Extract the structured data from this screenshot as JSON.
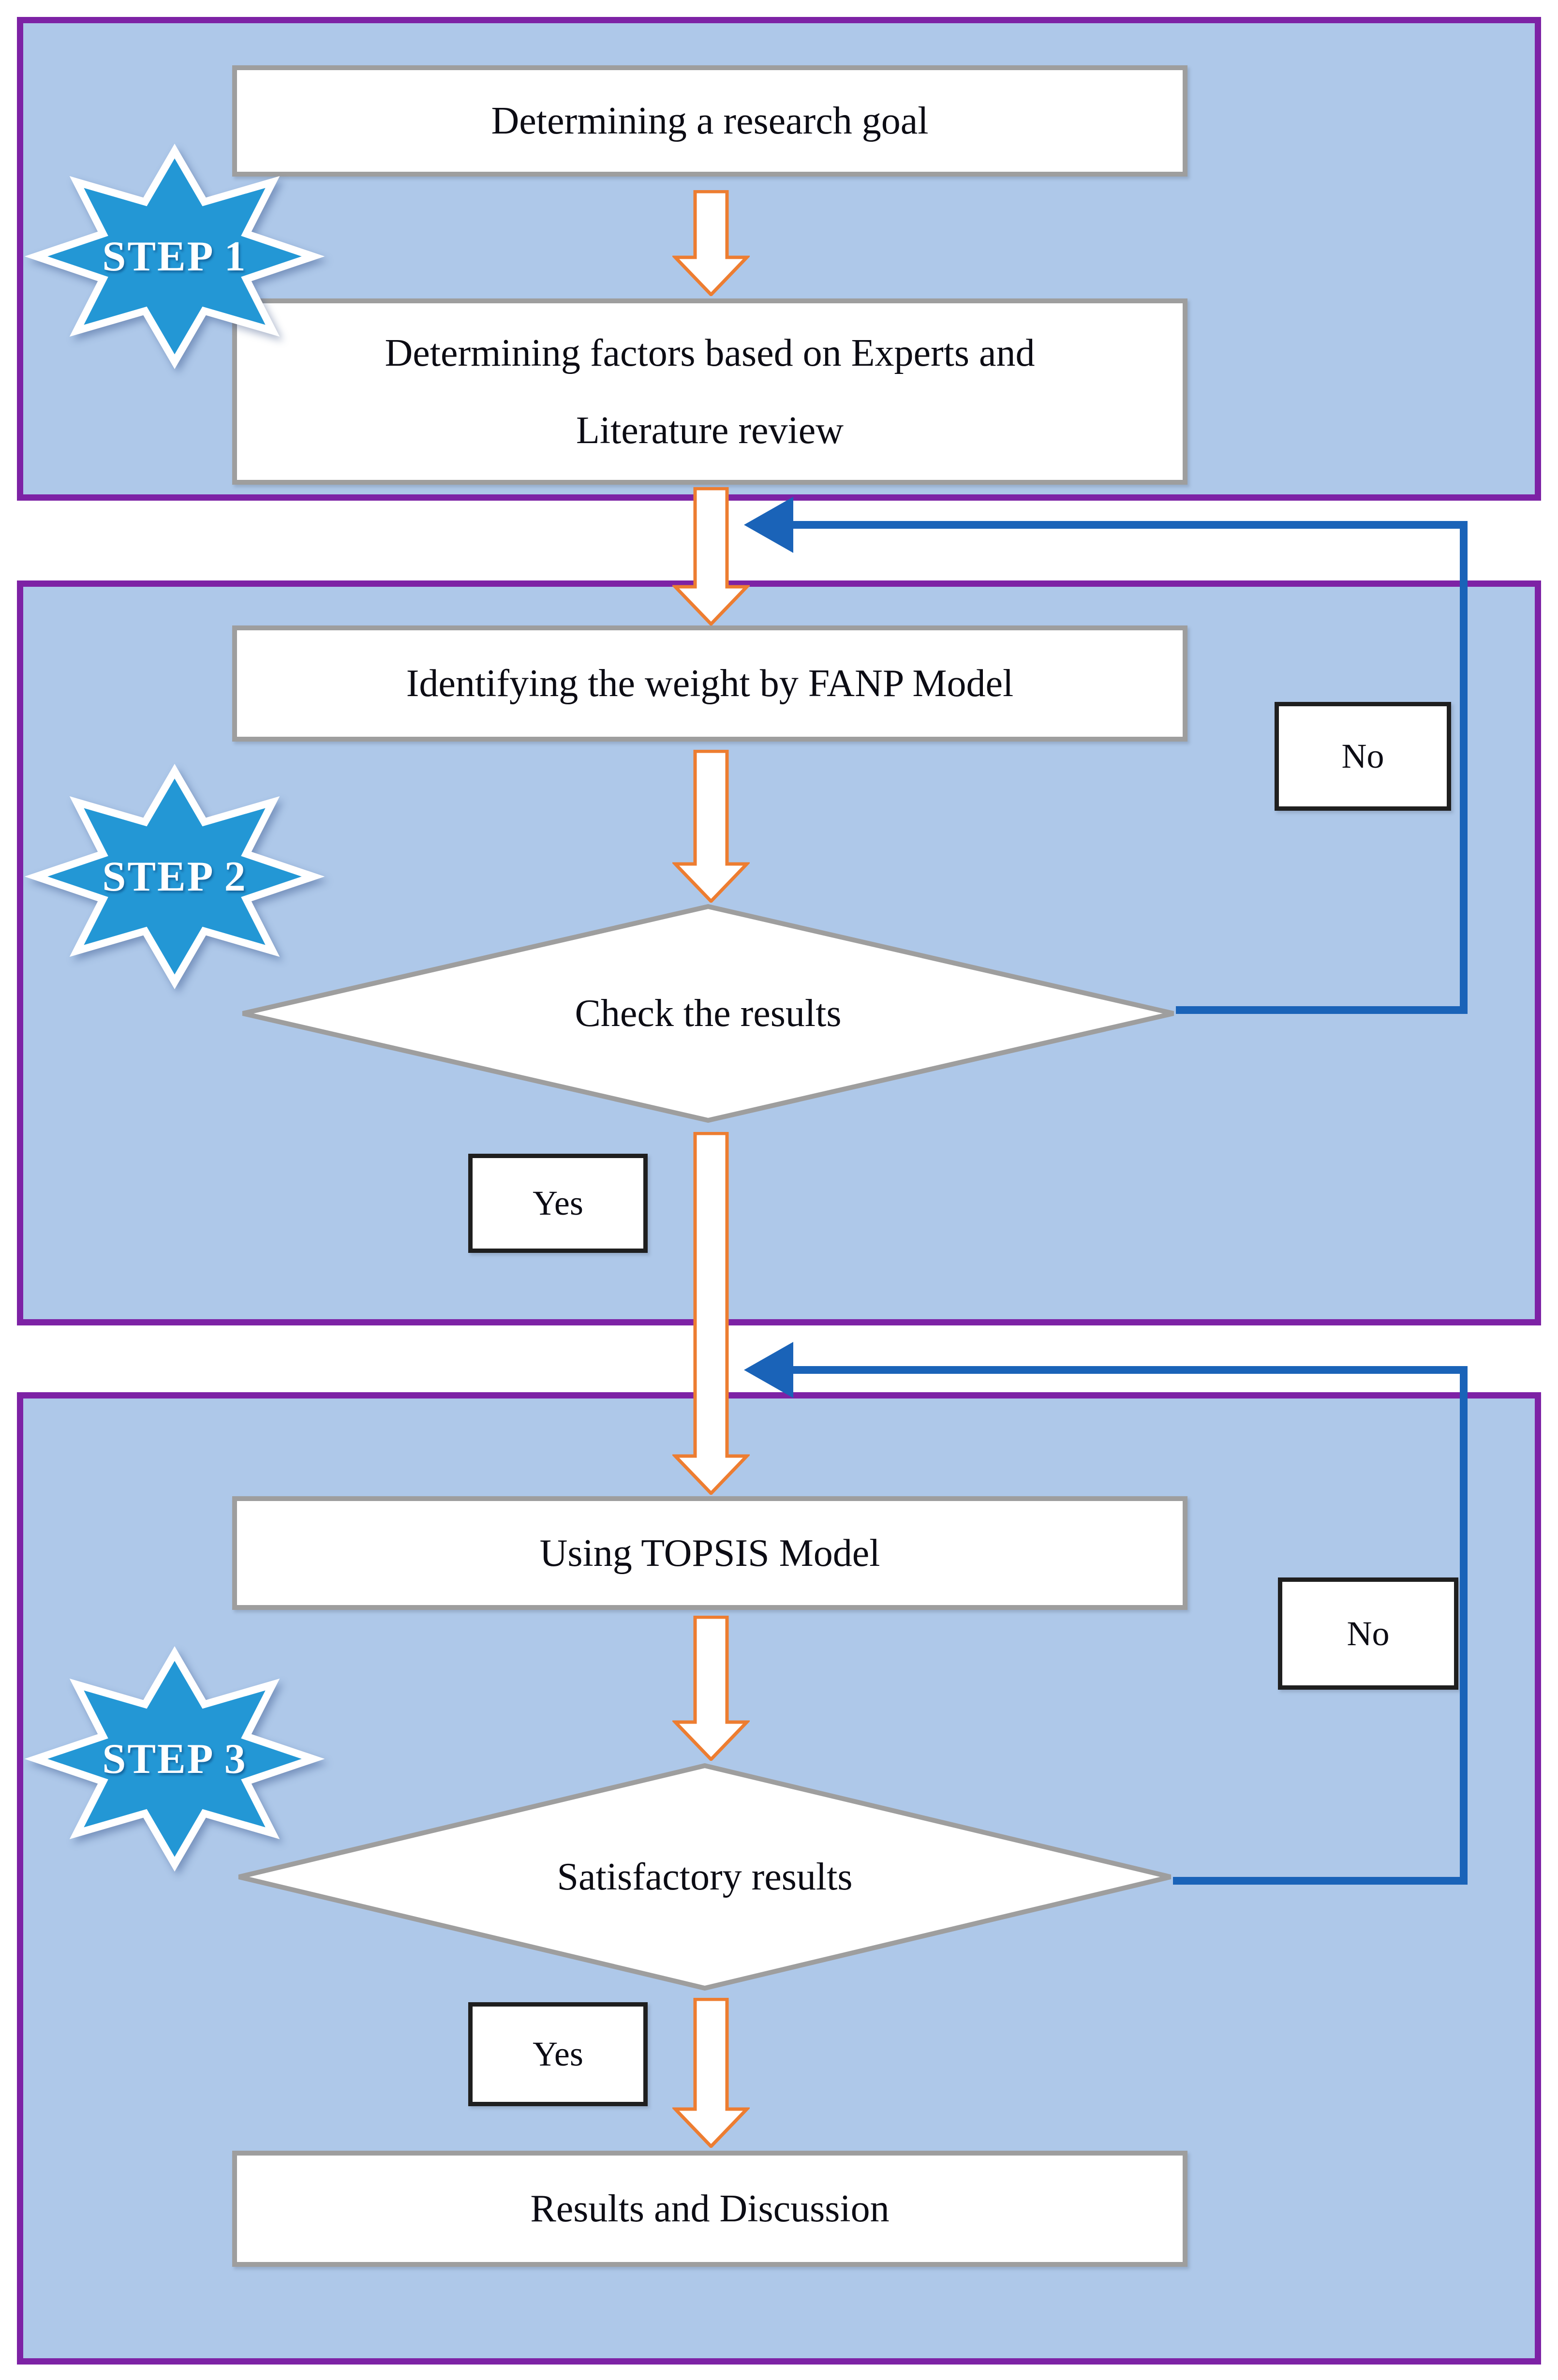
{
  "diagram_title": "FANP-TOPSIS research methodology flowchart",
  "colors": {
    "panel_bg": "#aec8e9",
    "panel_border": "#7d22a5",
    "star_fill": "#2397d5",
    "flow_orange": "#ed7d31",
    "loop_blue": "#1a63b8",
    "node_border": "#9e9e9e",
    "tag_border": "#1f1f1f",
    "text_color": "#0c0c14"
  },
  "steps": {
    "step1": {
      "badge": "STEP 1",
      "box_goal": "Determining a research goal",
      "box_factors_line1": "Determining factors based on Experts and",
      "box_factors_line2": "Literature review"
    },
    "step2": {
      "badge": "STEP 2",
      "box_fanp": "Identifying the weight by FANP Model",
      "decision": "Check the results",
      "yes": "Yes",
      "no": "No"
    },
    "step3": {
      "badge": "STEP 3",
      "box_topsis": "Using TOPSIS Model",
      "decision": "Satisfactory results",
      "yes": "Yes",
      "no": "No",
      "box_results": "Results and Discussion"
    }
  }
}
